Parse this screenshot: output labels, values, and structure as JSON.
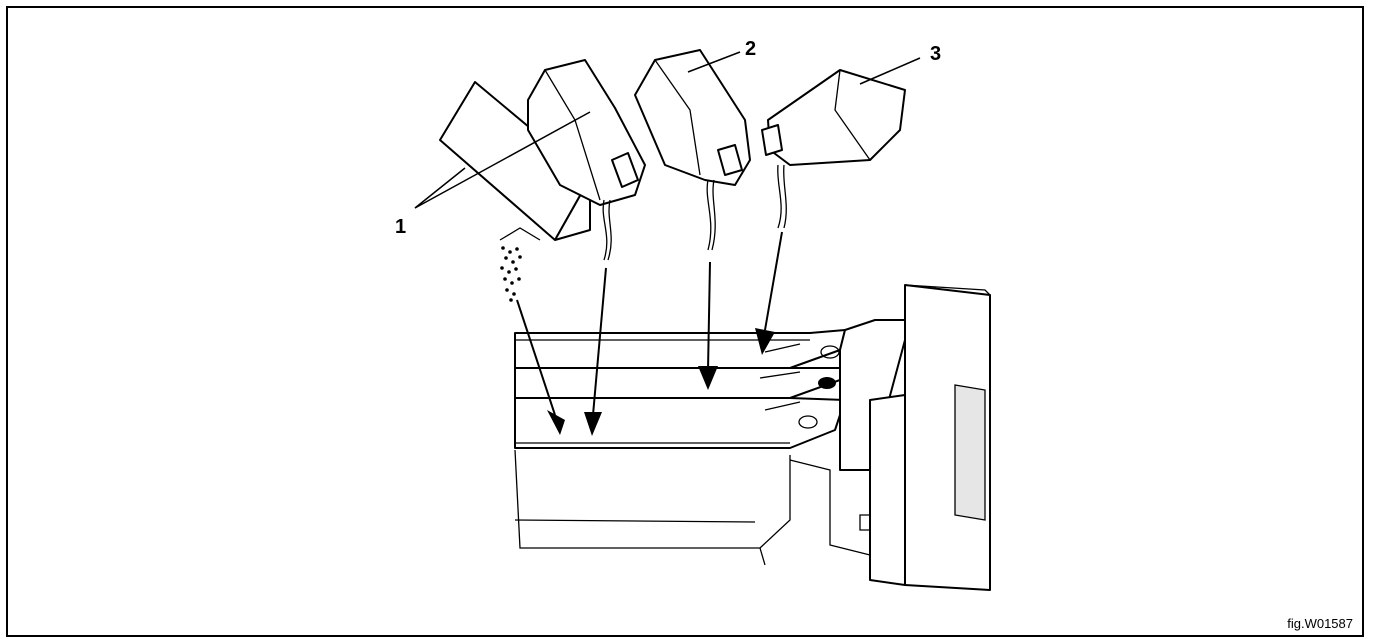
{
  "callouts": [
    "1",
    "2",
    "3"
  ],
  "figure_code": "fig.W01587",
  "colors": {
    "line": "#000000",
    "background": "#ffffff",
    "shade": "#e6e6e6"
  }
}
